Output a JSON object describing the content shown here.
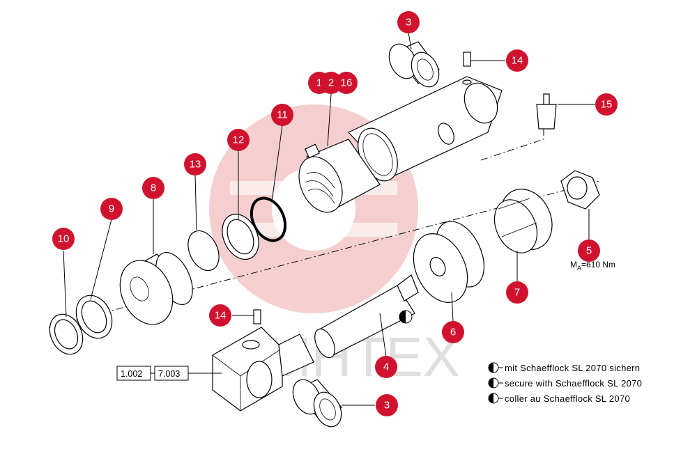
{
  "callouts": [
    {
      "id": "c3a",
      "label": "3"
    },
    {
      "id": "c14a",
      "label": "14"
    },
    {
      "id": "c1",
      "label": "1"
    },
    {
      "id": "c2",
      "label": "2"
    },
    {
      "id": "c16",
      "label": "16"
    },
    {
      "id": "c15",
      "label": "15"
    },
    {
      "id": "c11",
      "label": "11"
    },
    {
      "id": "c12",
      "label": "12"
    },
    {
      "id": "c13",
      "label": "13"
    },
    {
      "id": "c8",
      "label": "8"
    },
    {
      "id": "c9",
      "label": "9"
    },
    {
      "id": "c10",
      "label": "10"
    },
    {
      "id": "c5",
      "label": "5"
    },
    {
      "id": "c7",
      "label": "7"
    },
    {
      "id": "c6",
      "label": "6"
    },
    {
      "id": "c4",
      "label": "4"
    },
    {
      "id": "c14b",
      "label": "14"
    },
    {
      "id": "c3b",
      "label": "3"
    }
  ],
  "torque": {
    "symbol": "M",
    "subscript": "A",
    "value": "=610 Nm"
  },
  "references": [
    "1.002",
    "7.003"
  ],
  "notes": [
    "mit Schaefflock SL 2070 sichern",
    "secure with Schaefflock SL 2070",
    "coller au Schaefflock SL 2070"
  ],
  "watermark": "MHTEX",
  "colors": {
    "callout": "#d0122e",
    "watermark": "#f3c6c6"
  }
}
